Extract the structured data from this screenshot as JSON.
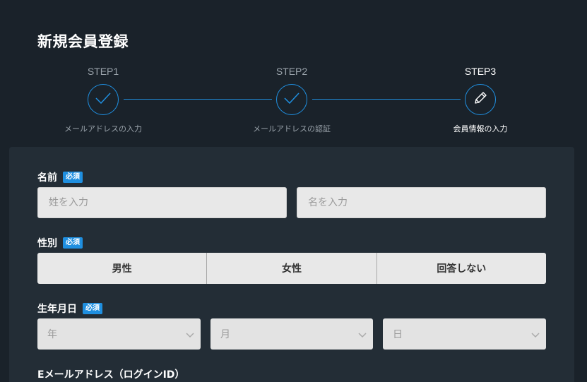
{
  "page": {
    "title": "新規会員登録"
  },
  "stepper": {
    "steps": [
      {
        "label": "STEP1",
        "description": "メールアドレスの入力",
        "icon": "check-icon",
        "state": "done"
      },
      {
        "label": "STEP2",
        "description": "メールアドレスの認証",
        "icon": "check-icon",
        "state": "done"
      },
      {
        "label": "STEP3",
        "description": "会員情報の入力",
        "icon": "pencil-icon",
        "state": "active"
      }
    ]
  },
  "form": {
    "required_badge": "必須",
    "name": {
      "label": "名前",
      "last_name_placeholder": "姓を入力",
      "first_name_placeholder": "名を入力"
    },
    "gender": {
      "label": "性別",
      "options": [
        "男性",
        "女性",
        "回答しない"
      ]
    },
    "birthday": {
      "label": "生年月日",
      "year_placeholder": "年",
      "month_placeholder": "月",
      "day_placeholder": "日"
    },
    "email": {
      "label": "Eメールアドレス（ログインID）"
    }
  },
  "colors": {
    "background": "#1a222a",
    "card": "#232d36",
    "accent": "#1f8fe0",
    "input_bg": "#e8e8e8"
  }
}
